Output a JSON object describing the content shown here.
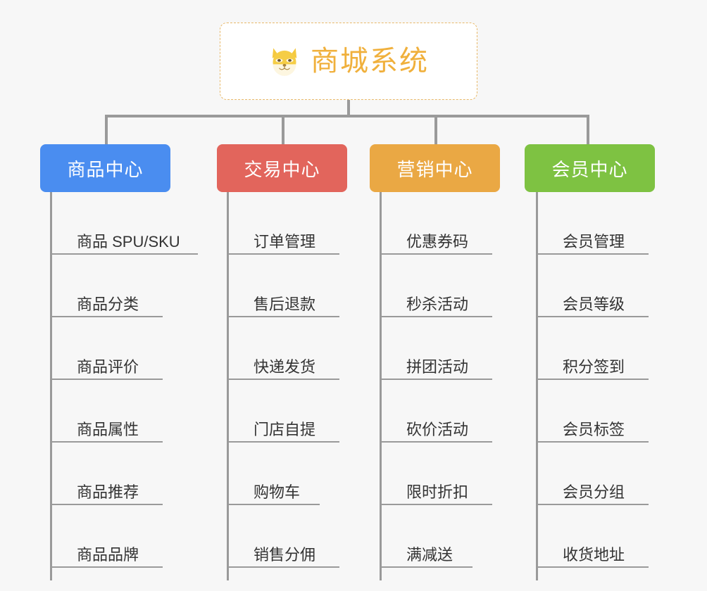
{
  "diagram": {
    "title": "商城系统",
    "background_color": "#f7f7f7",
    "connector_color": "#9a9a9a",
    "root": {
      "label": "商城系统",
      "icon": "shiba-dog-face-icon",
      "text_color": "#f0b03c",
      "border_color": "#e8b96a",
      "background_color": "#ffffff"
    },
    "categories": [
      {
        "label": "商品中心",
        "color": "#4a8df0",
        "items": [
          "商品 SPU/SKU",
          "商品分类",
          "商品评价",
          "商品属性",
          "商品推荐",
          "商品品牌"
        ]
      },
      {
        "label": "交易中心",
        "color": "#e2655c",
        "items": [
          "订单管理",
          "售后退款",
          "快递发货",
          "门店自提",
          "购物车",
          "销售分佣"
        ]
      },
      {
        "label": "营销中心",
        "color": "#eaa844",
        "items": [
          "优惠券码",
          "秒杀活动",
          "拼团活动",
          "砍价活动",
          "限时折扣",
          "满减送"
        ]
      },
      {
        "label": "会员中心",
        "color": "#7ec242",
        "items": [
          "会员管理",
          "会员等级",
          "积分签到",
          "会员标签",
          "会员分组",
          "收货地址"
        ]
      }
    ]
  }
}
